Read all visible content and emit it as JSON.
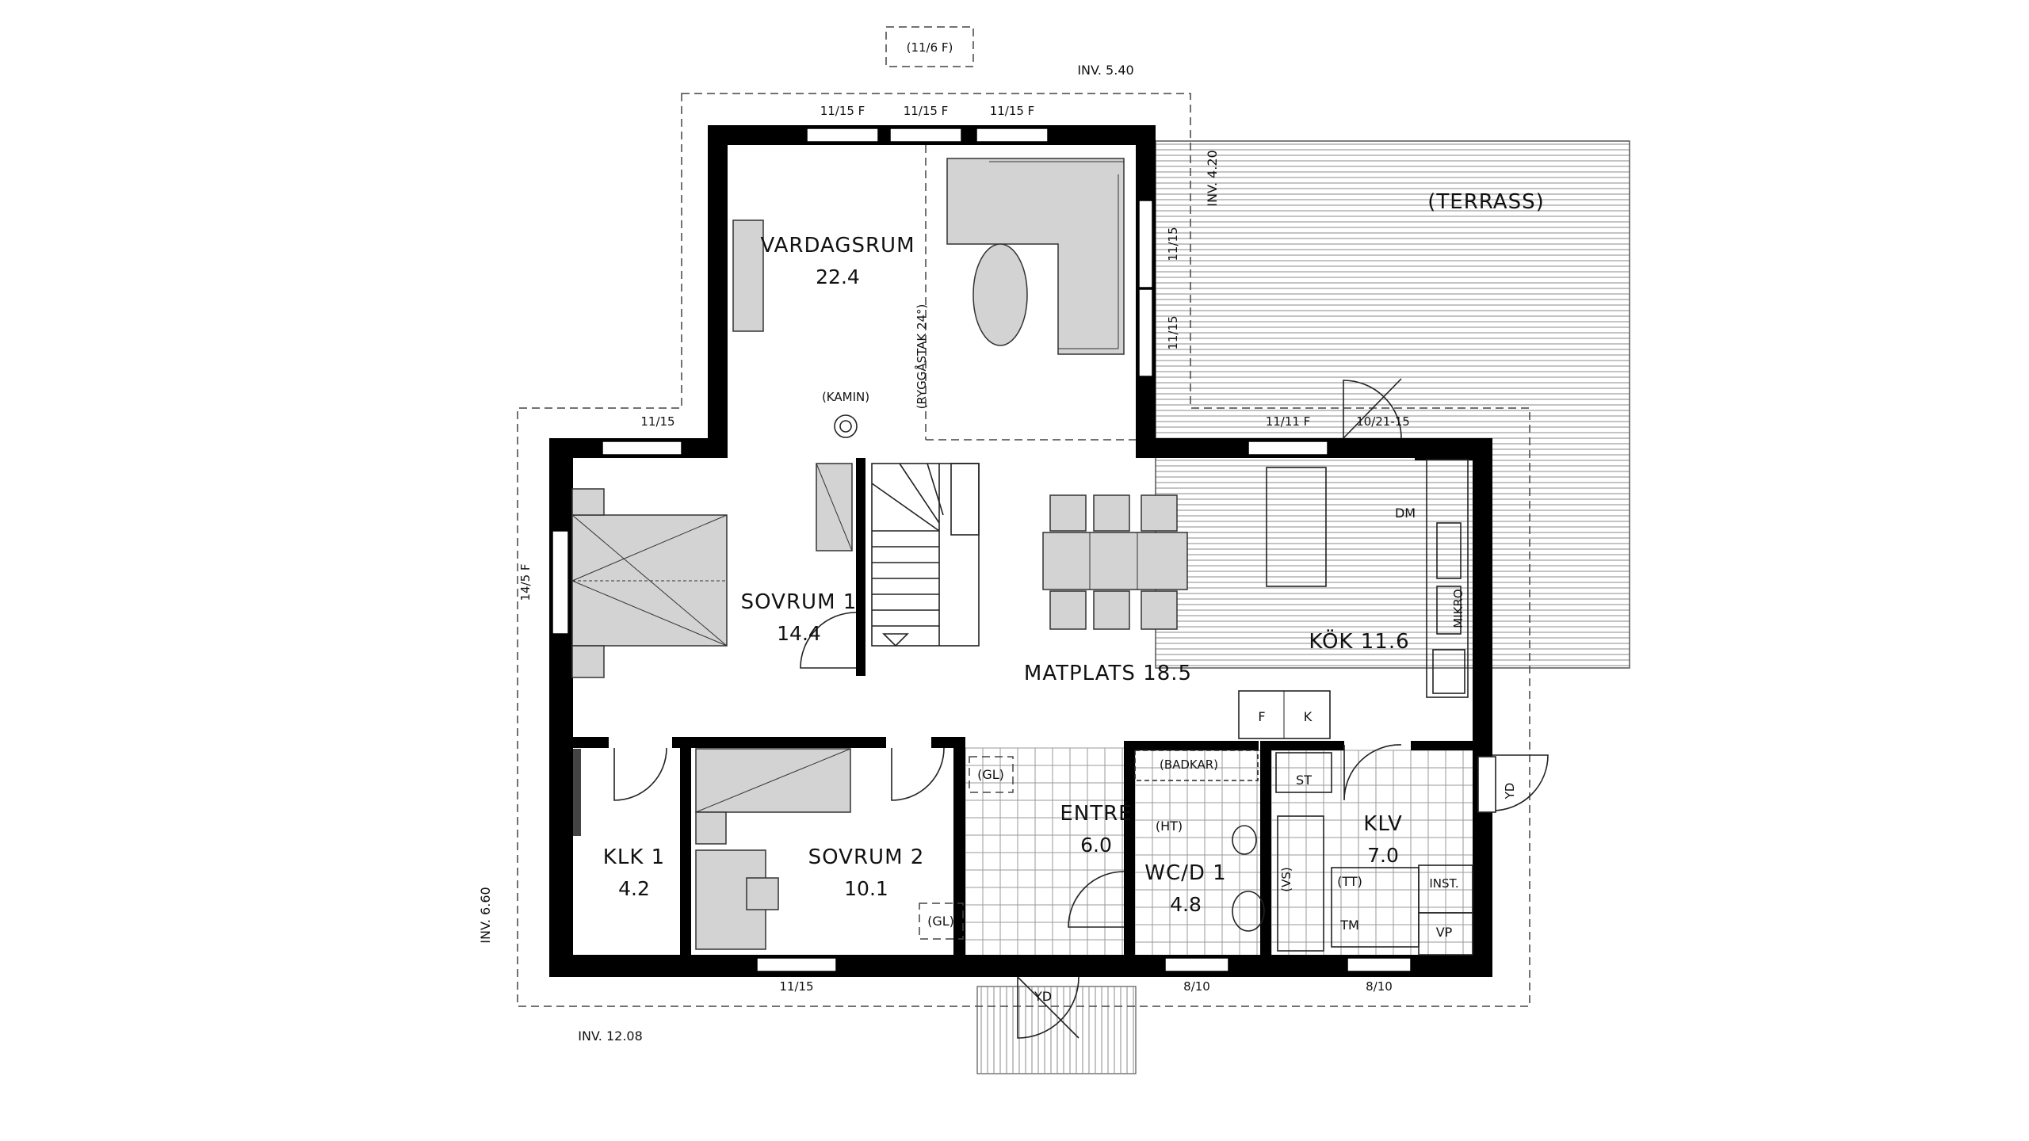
{
  "rooms": {
    "vardagsrum": {
      "name": "VARDAGSRUM",
      "area": "22.4"
    },
    "sovrum1": {
      "name": "SOVRUM 1",
      "area": "14.4"
    },
    "matplats": {
      "name": "MATPLATS 18.5"
    },
    "kok": {
      "name": "KÖK 11.6"
    },
    "klk1": {
      "name": "KLK 1",
      "area": "4.2"
    },
    "sovrum2": {
      "name": "SOVRUM 2",
      "area": "10.1"
    },
    "entre": {
      "name": "ENTRÉ",
      "area": "6.0"
    },
    "wcd1": {
      "name": "WC/D 1",
      "area": "4.8"
    },
    "klv": {
      "name": "KLV",
      "area": "7.0"
    },
    "terrass": {
      "name": "(TERRASS)"
    }
  },
  "labels": {
    "kamin": "(KAMIN)",
    "ryggastak": "(RYGGÅSTAK 24°)",
    "dm": "DM",
    "mikro": "MIKRO",
    "f": "F",
    "k": "K",
    "badkar": "(BADKAR)",
    "ht": "(HT)",
    "gl_top": "(GL)",
    "gl_bottom": "(GL)",
    "st": "ST",
    "vs": "(VS)",
    "tt": "(TT)",
    "tm": "TM",
    "inst": "INST.",
    "vp": "VP",
    "yd_right": "YD",
    "yd_bottom": "YD"
  },
  "windows": {
    "w_11_6f": "(11/6 F)",
    "w_top1": "11/15 F",
    "w_top2": "11/15 F",
    "w_top3": "11/15 F",
    "w_right1": "11/15",
    "w_right2": "11/15",
    "w_left_top": "11/15",
    "w_left_side": "14/5 F",
    "w_kitchen": "11/11 F",
    "w_door_terr": "10/21-15",
    "w_bottom1": "11/15",
    "w_bottom2": "8/10",
    "w_bottom3": "8/10"
  },
  "dimensions": {
    "inv_top": "INV. 5.40",
    "inv_right": "INV. 4.20",
    "inv_left": "INV. 6.60",
    "inv_bottom": "INV. 12.08"
  }
}
